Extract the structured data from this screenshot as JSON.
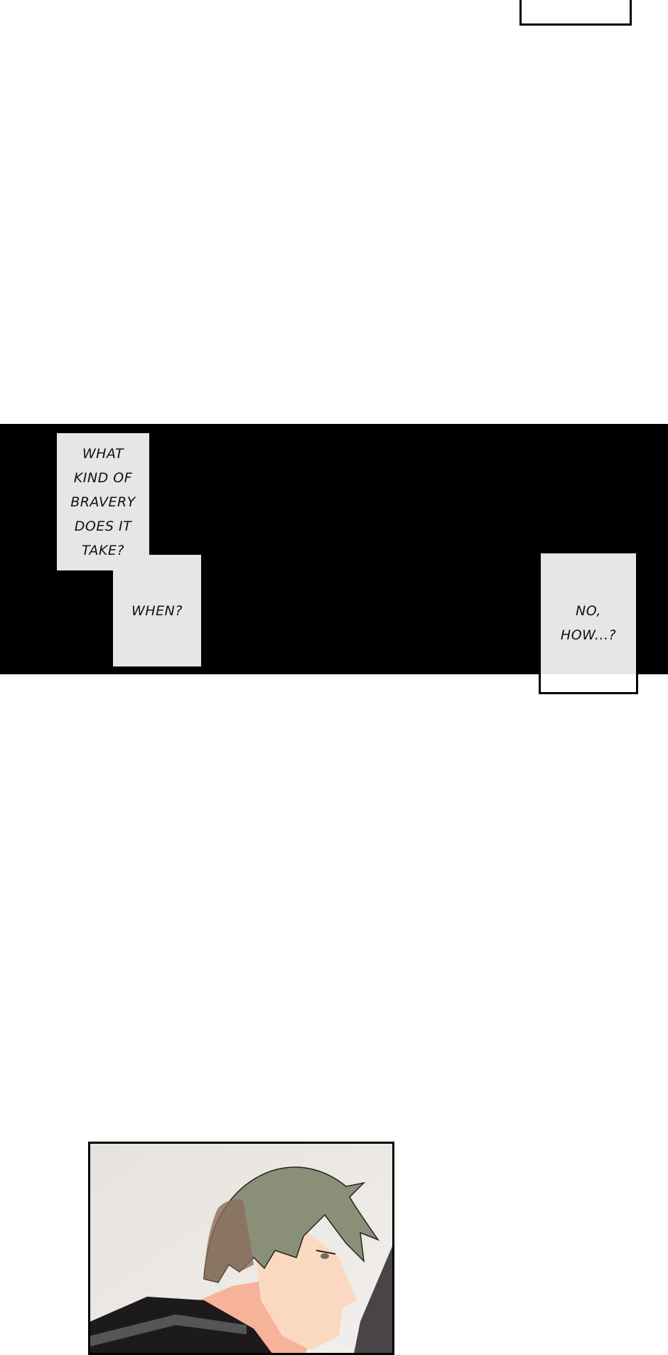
{
  "captions": [
    {
      "text": "WHAT\nKIND OF\nBRAVERY\nDOES IT\nTAKE?"
    },
    {
      "text": "WHEN?"
    },
    {
      "text": "NO,\nHOW...?"
    }
  ],
  "colors": {
    "band": "#000000",
    "caption_bg": "#e6e6e6",
    "hair": "#8a8f78",
    "skin": "#f8d3b8"
  }
}
